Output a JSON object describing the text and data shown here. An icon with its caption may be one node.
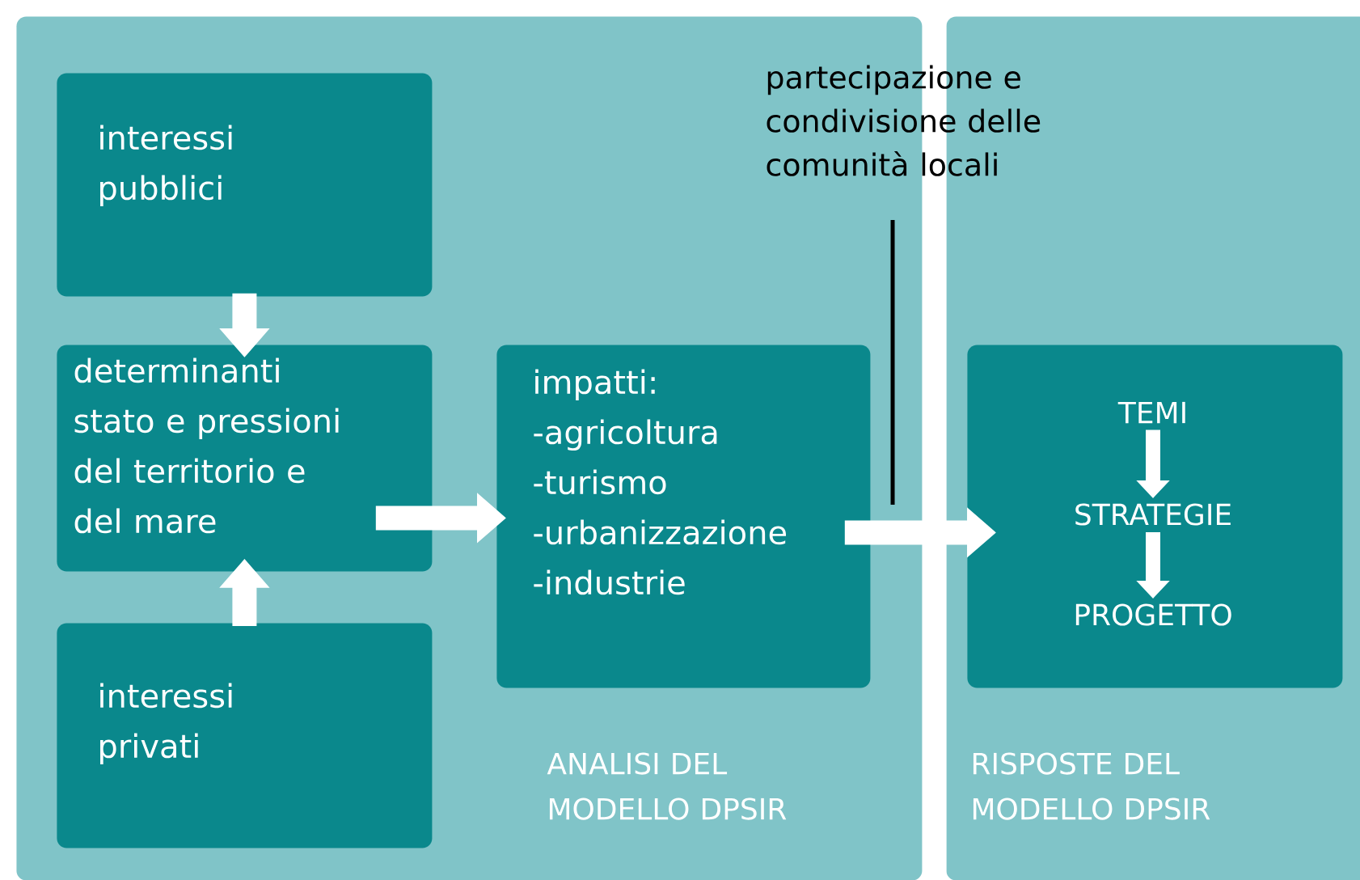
{
  "diagram": {
    "nodes": [
      {
        "text": [
          "ANALISI DEL MODELLO DPSIR"
        ]
      },
      {
        "text": [
          "RISPOSTE DEL MODELLO DPSIR"
        ]
      },
      {
        "text": [
          "interessi pubblici"
        ],
        "in": 0
      },
      {
        "text": [
          "determinanti stato e pressioni del territorio e del mare"
        ],
        "in": 0
      },
      {
        "text": [
          "interessi privati"
        ],
        "in": 0
      },
      {
        "text": [
          "impatti:",
          "-agricoltura",
          "-turismo",
          "-urbanizzazione",
          "-industrie"
        ],
        "in": 0
      },
      {
        "text": [],
        "shape": "box",
        "in": 1
      },
      {
        "text": [
          "TEMI"
        ],
        "in": 6
      },
      {
        "text": [
          "STRATEGIE"
        ],
        "in": 6
      },
      {
        "text": [
          "PROGETTO"
        ],
        "in": 6
      },
      {
        "text": [
          "partecipazione e condivisione delle comunità locali"
        ]
      }
    ],
    "edges": [
      {
        "from": 2,
        "to": 3,
        "arrow": "to"
      },
      {
        "from": 4,
        "to": 3,
        "arrow": "to"
      },
      {
        "from": 3,
        "to": 5,
        "arrow": "to"
      },
      {
        "from": 5,
        "to": 6,
        "arrow": "to"
      },
      {
        "from": 7,
        "to": 8,
        "arrow": "to"
      },
      {
        "from": 8,
        "to": 9,
        "arrow": "to"
      },
      {
        "from": 10,
        "to": null,
        "arrow": "none",
        "color": "#000000"
      }
    ]
  }
}
